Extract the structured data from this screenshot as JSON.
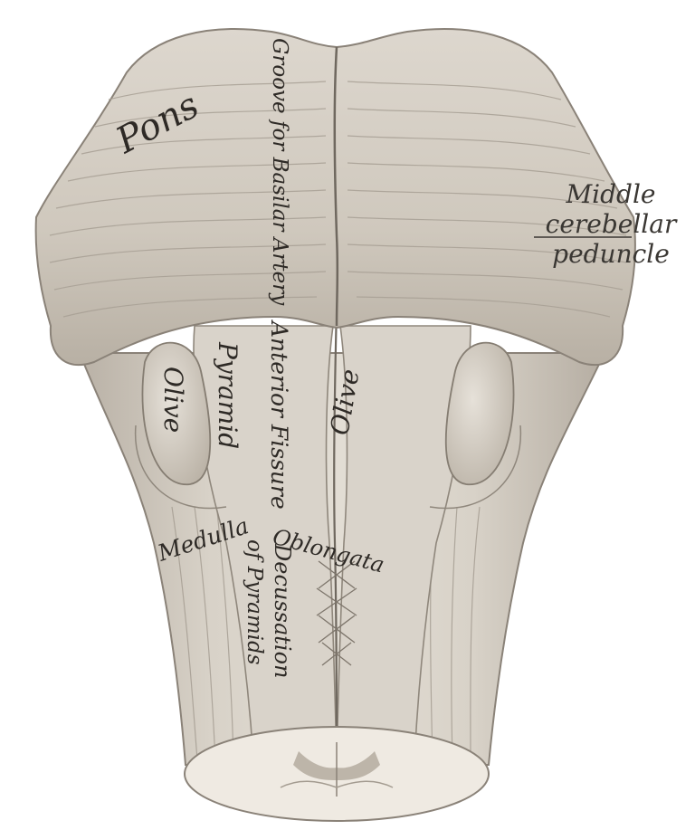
{
  "labels": {
    "pons": "Pons",
    "groove": "Groove for Basilar Artery",
    "middle_peduncle": [
      "Middle",
      "cerebellar",
      "peduncle"
    ],
    "olive_left": "Olive",
    "pyramid": "Pyramid",
    "anterior_fissure": "Anterior Fissure",
    "olive_right": "Olive",
    "medulla": "Medulla",
    "oblongata": "Oblongata",
    "of_pyramids": "of Pyramids",
    "decussation": "Decussation"
  },
  "colors": {
    "tissue": "#cfc8bd",
    "tissue_light": "#e4dfd6",
    "tissue_dark": "#9d958a",
    "outline": "#8a8278",
    "text": "#2e2a26",
    "section": "#efeae2"
  }
}
